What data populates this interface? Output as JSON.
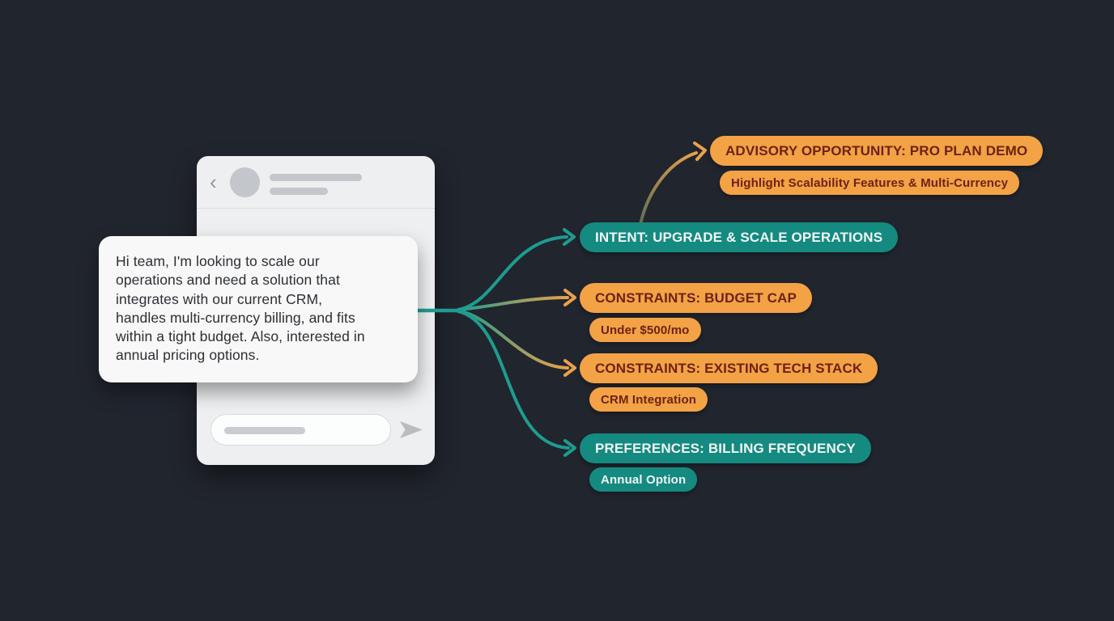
{
  "page": {
    "background": "#21252e"
  },
  "colors": {
    "teal_pill": "#148a80",
    "orange_pill": "#f3a245",
    "orange_pill_text": "#6d2212",
    "teal_pill_text": "#f2f6f5",
    "curve_teal": "#1e9c90",
    "curve_orange": "#e9a14b",
    "phone_body": "#edeff1",
    "bubble_bg": "#f7f8f7",
    "bubble_text": "#2c2f35"
  },
  "phone": {
    "back_icon_glyph": "‹"
  },
  "chat_message": {
    "lines": [
      "Hi team, I'm looking to scale our",
      "operations and need a solution that",
      "integrates with our current CRM,",
      "handles multi-currency billing, and fits",
      "within a tight budget. Also, interested in",
      "annual pricing options."
    ]
  },
  "mindmap": {
    "nodes": [
      {
        "id": "advisory-opportunity",
        "label": "ADVISORY OPPORTUNITY: PRO PLAN DEMO",
        "sub_label": "Highlight Scalability Features & Multi-Currency",
        "color": "orange"
      },
      {
        "id": "intent",
        "label": "INTENT: UPGRADE & SCALE OPERATIONS",
        "sub_label": null,
        "color": "teal"
      },
      {
        "id": "constraints-budget",
        "label": "CONSTRAINTS: BUDGET CAP",
        "sub_label": "Under $500/mo",
        "color": "orange"
      },
      {
        "id": "constraints-tech-stack",
        "label": "CONSTRAINTS: EXISTING TECH STACK",
        "sub_label": "CRM Integration",
        "color": "orange"
      },
      {
        "id": "preferences-billing",
        "label": "PREFERENCES: BILLING FREQUENCY",
        "sub_label": "Annual Option",
        "color": "teal"
      }
    ]
  }
}
